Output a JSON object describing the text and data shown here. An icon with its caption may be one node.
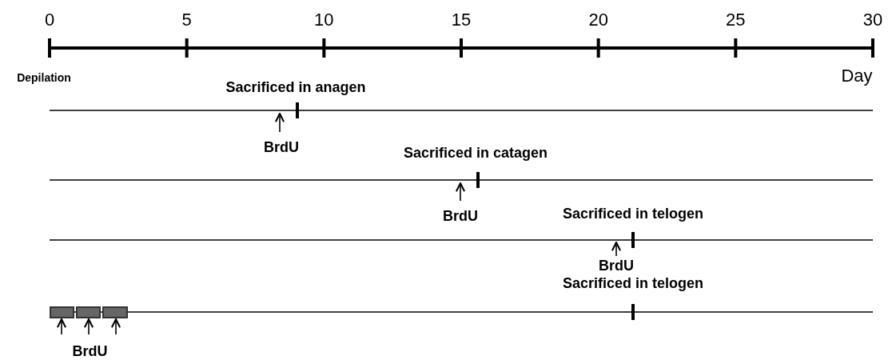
{
  "diagram": {
    "nodes": [
      {
        "text": [
          "BrdU"
        ]
      },
      {
        "text": [
          "BrdU"
        ]
      },
      {
        "text": [
          "BrdU"
        ]
      },
      {
        "text": [
          "BrdU"
        ]
      },
      {
        "text": [],
        "shape": "bar"
      },
      {
        "text": [],
        "shape": "bar"
      },
      {
        "text": [],
        "shape": "bar"
      }
    ],
    "edges": [
      {
        "from": 0,
        "to": null,
        "arrow": "to"
      },
      {
        "from": 1,
        "to": null,
        "arrow": "to"
      },
      {
        "from": 2,
        "to": null,
        "arrow": "to"
      },
      {
        "from": 3,
        "to": 4,
        "arrow": "to"
      },
      {
        "from": 3,
        "to": 5,
        "arrow": "to"
      },
      {
        "from": 3,
        "to": 6,
        "arrow": "to"
      }
    ],
    "labels": [
      "0",
      "5",
      "10",
      "15",
      "20",
      "25",
      "30",
      "Depilation",
      "Day",
      "Sacrificed in anagen",
      "Sacrificed in catagen",
      "Sacrificed in telogen",
      "Sacrificed in telogen"
    ]
  }
}
